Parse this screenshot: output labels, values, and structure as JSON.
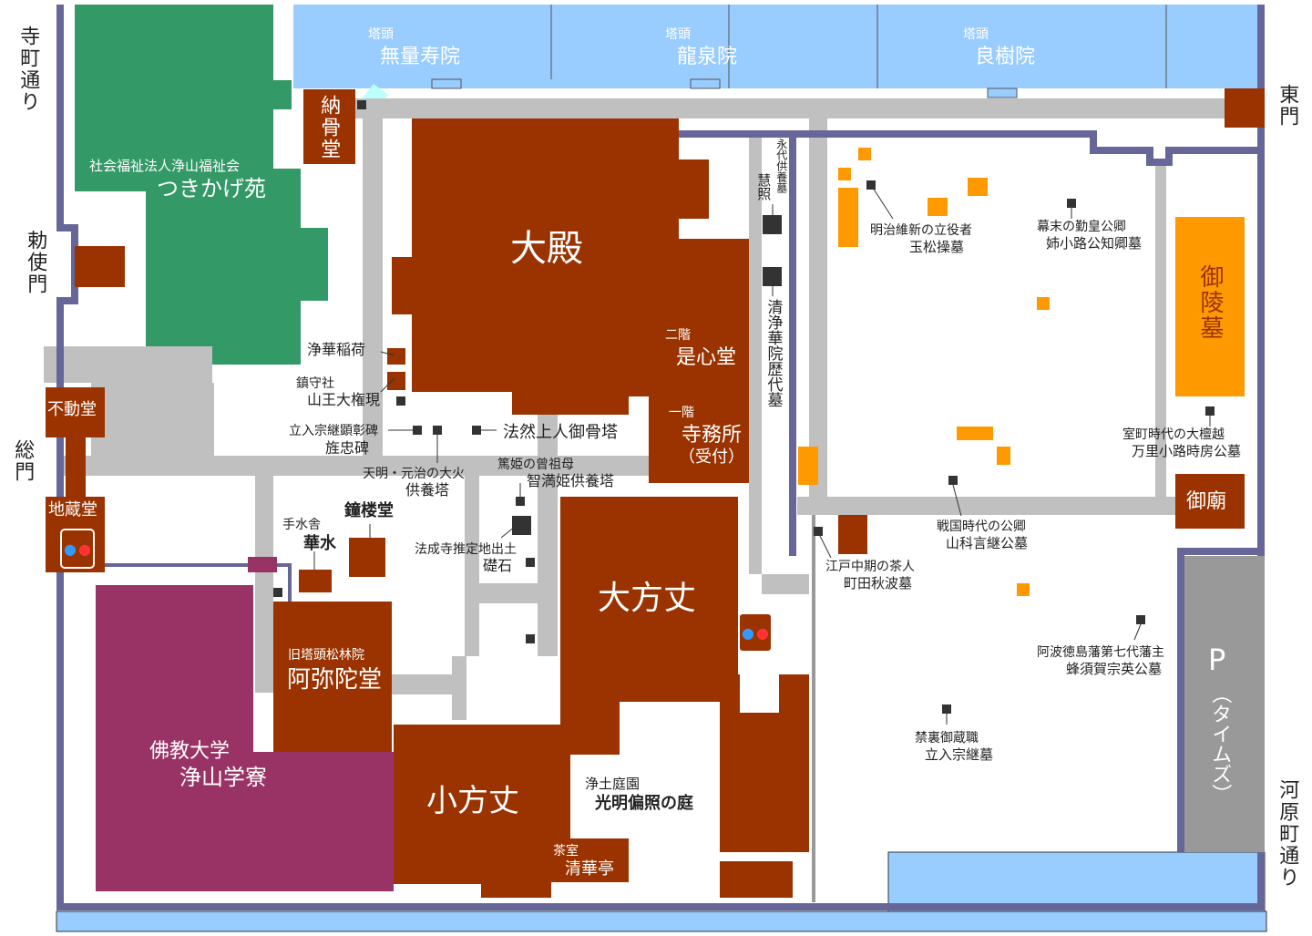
{
  "colors": {
    "building": "#9a3300",
    "road": "#c0c0c0",
    "wall": "#666699",
    "grave": "#ff9900",
    "water": "#99ccff",
    "green": "#339966",
    "university": "#993366",
    "parking": "#999999",
    "marker": "#333333"
  },
  "streets": {
    "teramachi": "寺町通り",
    "kawaramachi": "河原町通り"
  },
  "gates": {
    "east": "東門",
    "imperial": "勅使門",
    "main": "総門"
  },
  "subtemples": [
    {
      "tag": "塔頭",
      "name": "無量寿院"
    },
    {
      "tag": "塔頭",
      "name": "龍泉院"
    },
    {
      "tag": "塔頭",
      "name": "良樹院"
    }
  ],
  "welfare": {
    "org": "社会福祉法人浄山福祉会",
    "name": "つきかげ苑"
  },
  "buildings": {
    "nokotsudo": "納骨堂",
    "daiden": "大殿",
    "fudodo": "不動堂",
    "jizodo": "地蔵堂",
    "zeshindo_floor": "二階",
    "zeshindo": "是心堂",
    "jimusho_floor": "一階",
    "jimusho": "寺務所",
    "jimusho_note": "（受付）",
    "shoro": "鐘楼堂",
    "temizu_tag": "手水舎",
    "temizu": "華水",
    "amida_tag": "旧塔頭松林院",
    "amida": "阿弥陀堂",
    "ohojo": "大方丈",
    "kohojo": "小方丈",
    "garden_tag": "浄土庭園",
    "garden": "光明偏照の庭",
    "tea_tag": "茶室",
    "tea": "清華亭",
    "univ1": "佛教大学",
    "univ2": "浄山学寮",
    "gobyo": "御廟",
    "goryobo": "御陵墓"
  },
  "monuments": {
    "inari": "浄華稲荷",
    "chinju_tag": "鎮守社",
    "chinju": "山王大権現",
    "kenshohi_tag": "立入宗継顕彰碑",
    "kenshohi": "旌忠碑",
    "honen": "法然上人御骨塔",
    "taika_tag": "天明・元治の大火",
    "taika": "供養塔",
    "atsuhime_tag": "篤姫の曾祖母",
    "atsuhime": "智満姫供養塔",
    "soseki_tag": "法成寺推定地出土",
    "soseki": "礎石",
    "eitai_tag": "永代供養墓",
    "eitai": "慧照",
    "seijoke": "清浄華院歴代墓"
  },
  "graves": {
    "tamamatsu_tag": "明治維新の立役者",
    "tamamatsu": "玉松操墓",
    "anegakoji_tag": "幕末の勤皇公卿",
    "anegakoji": "姉小路公知卿墓",
    "madenokoji_tag": "室町時代の大檀越",
    "madenokoji": "万里小路時房公墓",
    "yamashina_tag": "戦国時代の公卿",
    "yamashina": "山科言継公墓",
    "machida_tag": "江戸中期の茶人",
    "machida": "町田秋波墓",
    "hachisuka_tag": "阿波徳島藩第七代藩主",
    "hachisuka": "蜂須賀宗英公墓",
    "tachiiri_tag": "禁裏御蔵職",
    "tachiiri": "立入宗継墓"
  },
  "parking": {
    "symbol": "P",
    "name": "（タイムズ）"
  },
  "icons": {
    "toilet": "restroom-icon"
  }
}
